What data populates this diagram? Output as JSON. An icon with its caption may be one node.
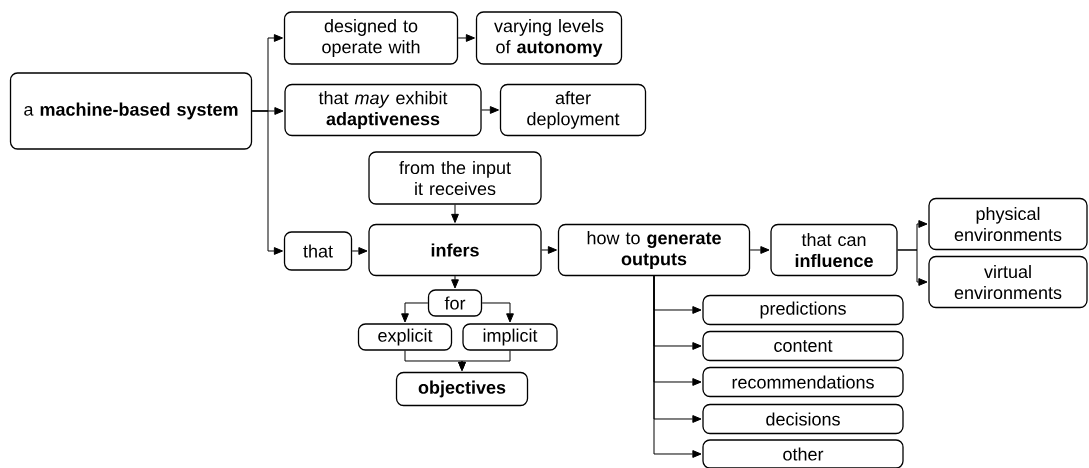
{
  "diagram": {
    "nodes": [
      {
        "text": [
          "a **machine-based system**"
        ]
      },
      {
        "text": [
          "designed to operate with"
        ]
      },
      {
        "text": [
          "varying levels of **autonomy**"
        ]
      },
      {
        "text": [
          "that *may* exhibit **adaptiveness**"
        ]
      },
      {
        "text": [
          "after deployment"
        ]
      },
      {
        "text": [
          "from the input it receives"
        ]
      },
      {
        "text": [
          "that"
        ]
      },
      {
        "text": [
          "infers"
        ]
      },
      {
        "text": [
          "how to **generate outputs**"
        ]
      },
      {
        "text": [
          "that can **influence**"
        ]
      },
      {
        "text": [
          "physical environments"
        ]
      },
      {
        "text": [
          "virtual environments"
        ]
      },
      {
        "text": [
          "for"
        ]
      },
      {
        "text": [
          "explicit"
        ]
      },
      {
        "text": [
          "implicit"
        ]
      },
      {
        "text": [
          "objectives"
        ]
      },
      {
        "text": [
          "predictions"
        ]
      },
      {
        "text": [
          "content"
        ]
      },
      {
        "text": [
          "recommendations"
        ]
      },
      {
        "text": [
          "decisions"
        ]
      },
      {
        "text": [
          "other"
        ]
      }
    ],
    "edges": [
      {
        "from": 0,
        "to": 1,
        "arrow": "to"
      },
      {
        "from": 0,
        "to": 3,
        "arrow": "to"
      },
      {
        "from": 0,
        "to": 6,
        "arrow": "to"
      },
      {
        "from": 1,
        "to": 2,
        "arrow": "to"
      },
      {
        "from": 3,
        "to": 4,
        "arrow": "to"
      },
      {
        "from": 5,
        "to": 7,
        "arrow": "to"
      },
      {
        "from": 6,
        "to": 7,
        "arrow": "to"
      },
      {
        "from": 7,
        "to": 8,
        "arrow": "to"
      },
      {
        "from": 8,
        "to": 9,
        "arrow": "to"
      },
      {
        "from": 9,
        "to": 10,
        "arrow": "to"
      },
      {
        "from": 9,
        "to": 11,
        "arrow": "to"
      },
      {
        "from": 7,
        "to": 12,
        "arrow": "to"
      },
      {
        "from": 12,
        "to": 13,
        "arrow": "to"
      },
      {
        "from": 12,
        "to": 14,
        "arrow": "to"
      },
      {
        "from": 13,
        "to": 15,
        "arrow": "to"
      },
      {
        "from": 14,
        "to": 15,
        "arrow": "to"
      },
      {
        "from": 8,
        "to": 16,
        "arrow": "to"
      },
      {
        "from": 8,
        "to": 17,
        "arrow": "to"
      },
      {
        "from": 8,
        "to": 18,
        "arrow": "to"
      },
      {
        "from": 8,
        "to": 19,
        "arrow": "to"
      },
      {
        "from": 8,
        "to": 20,
        "arrow": "to"
      }
    ]
  }
}
